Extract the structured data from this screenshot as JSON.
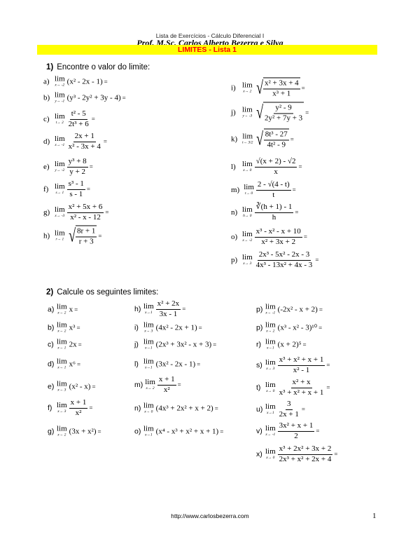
{
  "header": {
    "course": "Lista de Exercícios - Cálculo Diferencial I",
    "professor": "Prof. M.Sc. Carlos Alberto  Bezerra e Silva",
    "title": "LIMITES - Lista 1",
    "title_color": "#ff0000",
    "bar_color": "#ffff00"
  },
  "section1": {
    "number": "1)",
    "heading": "Encontre o valor do limite:",
    "items": [
      {
        "label": "a)",
        "sub": "x→ -2",
        "type": "inline",
        "expr": "(x² - 2x - 1)",
        "tail": "="
      },
      {
        "label": "b)",
        "sub": "y→ -1",
        "type": "inline",
        "expr": "(y³ - 2y² + 3y - 4)",
        "tail": "="
      },
      {
        "label": "c)",
        "sub": "t→ 2",
        "type": "frac",
        "num": "t² - 5",
        "den": "2t³ + 6",
        "tail": "="
      },
      {
        "label": "d)",
        "sub": "x→ -1",
        "type": "frac",
        "num": "2x + 1",
        "den": "x² - 3x + 4",
        "tail": "="
      },
      {
        "label": "e)",
        "sub": "y→ -2",
        "type": "frac",
        "num": "y³ + 8",
        "den": "y + 2",
        "tail": "="
      },
      {
        "label": "f)",
        "sub": "s→ 1",
        "type": "frac",
        "num": "s³ - 1",
        "den": "s - 1",
        "tail": "="
      },
      {
        "label": "g)",
        "sub": "x→ -3",
        "type": "frac",
        "num": "x² + 5x + 6",
        "den": "x² - x - 12",
        "tail": "="
      },
      {
        "label": "h)",
        "sub": "r→ 1",
        "type": "sqrtfrac",
        "num": "8r + 1",
        "den": "r + 3",
        "tail": "="
      },
      {
        "label": "i)",
        "sub": "x→ 2",
        "type": "sqrtfrac",
        "num": "x² + 3x + 4",
        "den": "x³ + 1",
        "tail": "="
      },
      {
        "label": "j)",
        "sub": "y→ -3",
        "type": "sqrtfrac",
        "num": "y² - 9",
        "den": "2y² + 7y + 3",
        "tail": "="
      },
      {
        "label": "k)",
        "sub": "t→ 3/2",
        "type": "sqrtfrac",
        "num": "8t³ - 27",
        "den": "4t² - 9",
        "tail": "="
      },
      {
        "label": "l)",
        "sub": "x→ 0",
        "type": "frac",
        "num": "√(x + 2) - √2",
        "den": "x",
        "tail": "="
      },
      {
        "label": "m)",
        "sub": "t→ 0",
        "type": "frac",
        "num": "2 - √(4 - t)",
        "den": "t",
        "tail": "="
      },
      {
        "label": "n)",
        "sub": "h→ 0",
        "type": "frac",
        "num": "∛(h + 1) - 1",
        "den": "h",
        "tail": "="
      },
      {
        "label": "o)",
        "sub": "x→ -2",
        "type": "frac",
        "num": "x³ - x² - x + 10",
        "den": "x² + 3x + 2",
        "tail": "="
      },
      {
        "label": "p)",
        "sub": "x→ 3",
        "type": "frac",
        "num": "2x³ - 5x² - 2x - 3",
        "den": "4x³ - 13x² + 4x - 3",
        "tail": "="
      }
    ]
  },
  "section2": {
    "number": "2)",
    "heading": "Calcule os seguintes limites:",
    "items": [
      {
        "label": "a)",
        "sub": "x→ 2",
        "type": "inline",
        "expr": "x",
        "tail": "="
      },
      {
        "label": "b)",
        "sub": "x→ 2",
        "type": "inline",
        "expr": "x³",
        "tail": "="
      },
      {
        "label": "c)",
        "sub": "x→ 1",
        "type": "inline",
        "expr": "2x",
        "tail": "="
      },
      {
        "label": "d)",
        "sub": "x→ 1",
        "type": "inline",
        "expr": "x⁶",
        "tail": "="
      },
      {
        "label": "e)",
        "sub": "x→ 3",
        "type": "inline",
        "expr": "(x² - x)",
        "tail": "="
      },
      {
        "label": "f)",
        "sub": "x→ 3",
        "type": "frac",
        "num": "x + 1",
        "den": "x²",
        "tail": "="
      },
      {
        "label": "g)",
        "sub": "x→ 2",
        "type": "inline",
        "expr": "(3x + x²)",
        "tail": "="
      },
      {
        "label": "h)",
        "sub": "x→1",
        "type": "frac",
        "num": "x² + 2x",
        "den": "3x - 1",
        "tail": "="
      },
      {
        "label": "i)",
        "sub": "x→ 3",
        "type": "inline",
        "expr": "(4x² - 2x + 1)",
        "tail": "="
      },
      {
        "label": "j)",
        "sub": "x→1",
        "type": "inline",
        "expr": "(2x³ + 3x² - x + 3)",
        "tail": "="
      },
      {
        "label": "l)",
        "sub": "x→1",
        "type": "inline",
        "expr": "(3x² - 2x - 1)",
        "tail": "="
      },
      {
        "label": "m)",
        "sub": "x→ 2",
        "type": "frac",
        "num": "x + 1",
        "den": "x²",
        "tail": "="
      },
      {
        "label": "n)",
        "sub": "x→ 0",
        "type": "inline",
        "expr": "(4x³ + 2x² + x + 2)",
        "tail": "="
      },
      {
        "label": "o)",
        "sub": "x→1",
        "type": "inline",
        "expr": "(x⁴ - x³ + x² + x + 1)",
        "tail": "="
      },
      {
        "label": "p)",
        "sub": "x→ -1",
        "type": "inline",
        "expr": "(-2x² - x + 2)",
        "tail": "="
      },
      {
        "label": "p)",
        "sub": "x→ 2",
        "type": "inline",
        "expr": "(x³ - x² - 3)¹⁰",
        "tail": "="
      },
      {
        "label": "r)",
        "sub": "x→1",
        "type": "inline",
        "expr": "(x + 2)⁵",
        "tail": "="
      },
      {
        "label": "s)",
        "sub": "x→ 3",
        "type": "frac",
        "num": "x³ + x² + x + 1",
        "den": "x² - 1",
        "tail": "="
      },
      {
        "label": "t)",
        "sub": "x→ 0",
        "type": "frac",
        "num": "x² + x",
        "den": "x³ + x² + x + 1",
        "tail": "="
      },
      {
        "label": "u)",
        "sub": "x→1",
        "type": "frac",
        "num": "3",
        "den": "2x + 1",
        "tail": "="
      },
      {
        "label": "v)",
        "sub": "x→ -1",
        "type": "frac",
        "num": "3x² + x + 1",
        "den": "2",
        "tail": "="
      },
      {
        "label": "x)",
        "sub": "x→ 0",
        "type": "frac",
        "num": "x³ + 2x² + 3x + 2",
        "den": "2x³ + x² + 2x + 4",
        "tail": "="
      }
    ]
  },
  "lim_word": "lim",
  "footer": {
    "url": "http://www.carlosbezerra.com",
    "page": "1"
  }
}
